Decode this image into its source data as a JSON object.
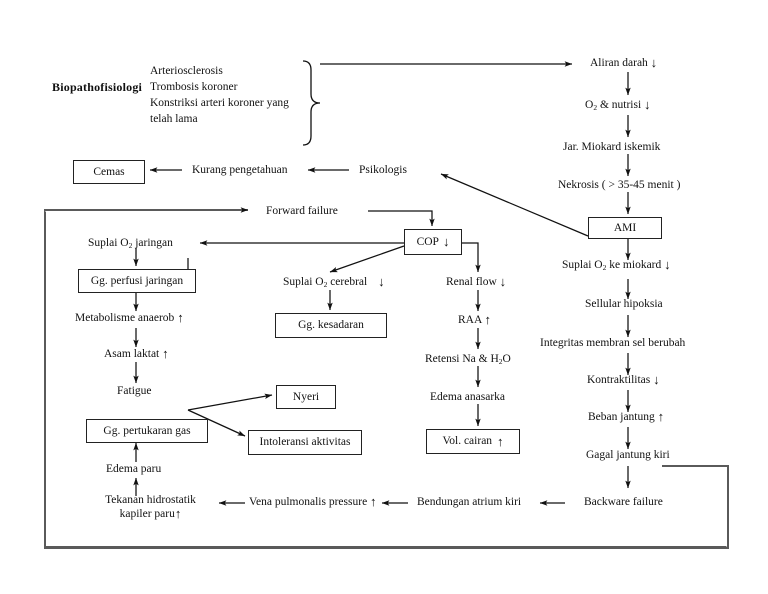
{
  "meta": {
    "title": "Biopathofisiologi",
    "language": "id"
  },
  "heading": {
    "label": "Biopathofisiologi"
  },
  "etiology_list": {
    "lines": "Arteriosclerosis\nTrombosis koroner\nKonstriksi arteri koroner yang\n    telah lama"
  },
  "nodes": {
    "aliran_darah": "Aliran darah",
    "o2_nutrisi_pre": "O",
    "o2_nutrisi_post": " & nutrisi",
    "jar_miokard": "Jar. Miokard iskemik",
    "nekrosis": "Nekrosis ( > 35-45 menit )",
    "ami": "AMI",
    "suplai_o2_miokard_pre": "Suplai O",
    "suplai_o2_miokard_post": " ke miokard",
    "sellular_hipoksia": "Sellular hipoksia",
    "integritas_membran": "Integritas membran sel berubah",
    "kontraktilitas": "Kontraktilitas",
    "beban_jantung": "Beban jantung",
    "gagal_jantung_kiri": "Gagal jantung kiri",
    "backware_failure": "Backware failure",
    "bendungan_atrium": "Bendungan atrium kiri",
    "vena_pulmonalis": "Vena pulmonalis pressure",
    "tekanan_hidrostatik": "Tekanan hidrostatik\nkapiler paru",
    "edema_paru": "Edema paru",
    "gg_pertukaran_gas": "Gg. pertukaran gas",
    "fatigue": "Fatigue",
    "asam_laktat": "Asam laktat",
    "metabolisme_anaerob": "Metabolisme anaerob",
    "gg_perfusi_jaringan": "Gg. perfusi jaringan",
    "suplai_o2_jaringan_pre": "Suplai O",
    "suplai_o2_jaringan_post": " jaringan",
    "forward_failure": "Forward failure",
    "cop": "COP",
    "suplai_o2_cerebral_pre": "Suplai O",
    "suplai_o2_cerebral_post": " cerebral",
    "gg_kesadaran": "Gg. kesadaran",
    "renal_flow": "Renal flow",
    "raa": "RAA",
    "retensi_pre": "Retensi Na & H",
    "retensi_post": "O",
    "edema_anasarka": "Edema anasarka",
    "vol_cairan": "Vol. cairan",
    "nyeri": "Nyeri",
    "intoleransi": "Intoleransi aktivitas",
    "psikologis": "Psikologis",
    "kurang_pengetahuan": "Kurang pengetahuan",
    "cemas": "Cemas"
  },
  "symbols": {
    "down": "↓",
    "up": "↑",
    "sub2": "2"
  },
  "colors": {
    "ink": "#111111",
    "frame": "#5a5a5a",
    "box_border": "#222222",
    "background": "#ffffff"
  }
}
